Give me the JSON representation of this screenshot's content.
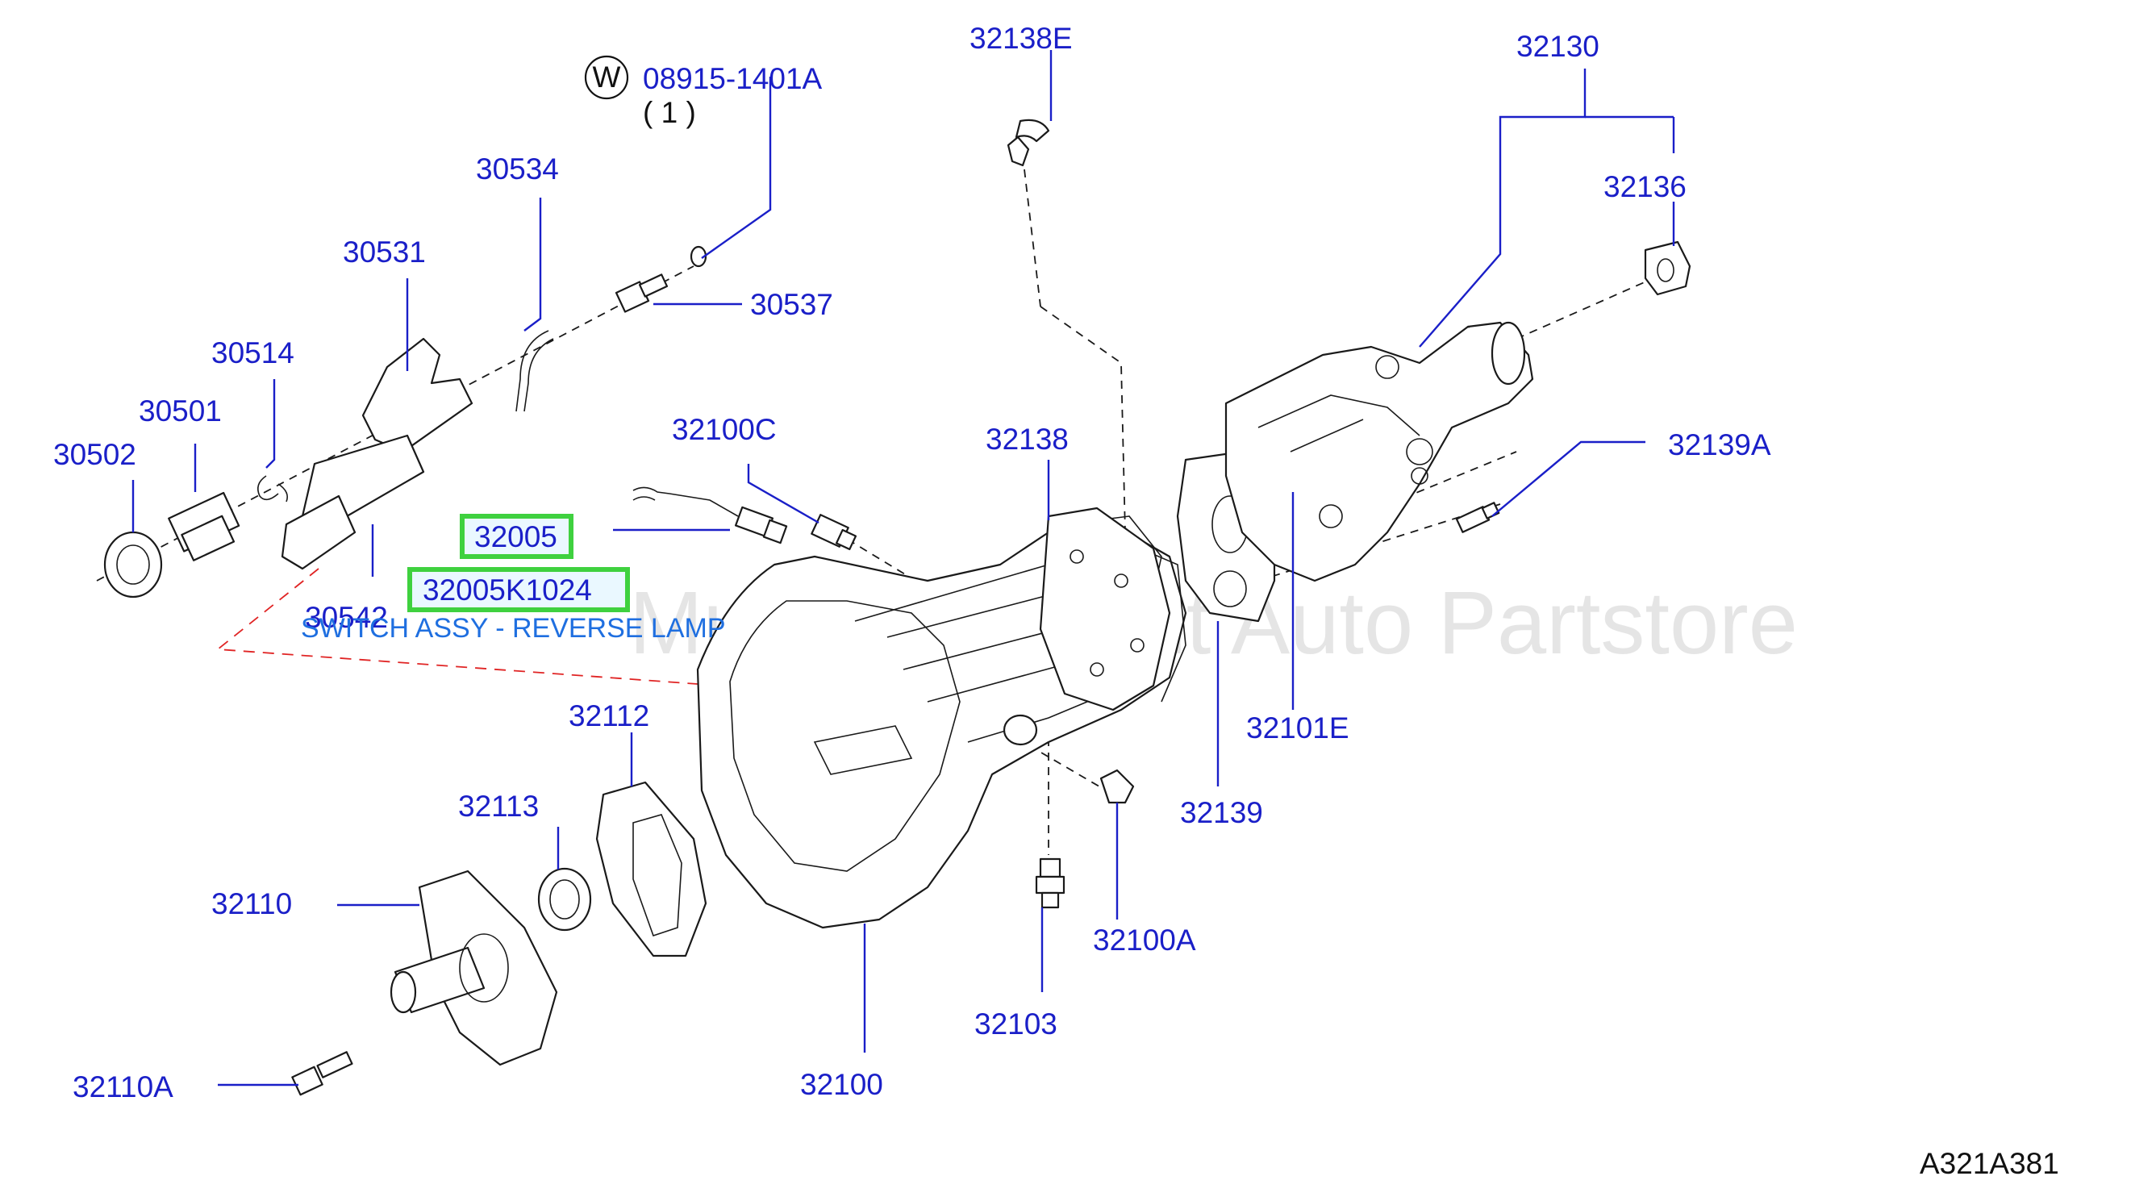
{
  "diagram": {
    "diagram_code": "A321A381",
    "watermark": "Multi Merchant Auto Partstore",
    "washer_symbol": "W",
    "washer_part": "08915-1401A",
    "washer_qty": "( 1 )",
    "highlight": {
      "part_number": "32005",
      "full_part_number": "32005K1024",
      "description": "SWITCH ASSY - REVERSE LAMP"
    },
    "callouts": {
      "p30534": "30534",
      "p30531": "30531",
      "p30537": "30537",
      "p30514": "30514",
      "p30501": "30501",
      "p30502": "30502",
      "p30542": "30542",
      "p32138E": "32138E",
      "p32130": "32130",
      "p32136": "32136",
      "p32100C": "32100C",
      "p32138": "32138",
      "p32139A": "32139A",
      "p32101E": "32101E",
      "p32112": "32112",
      "p32113": "32113",
      "p32110": "32110",
      "p32139": "32139",
      "p32100A": "32100A",
      "p32103": "32103",
      "p32110A": "32110A",
      "p32100": "32100"
    },
    "colors": {
      "label": "#1a1fc8",
      "highlight_border": "#3fd13f",
      "description": "#1f6fe0",
      "reference_line": "#e02424"
    }
  }
}
